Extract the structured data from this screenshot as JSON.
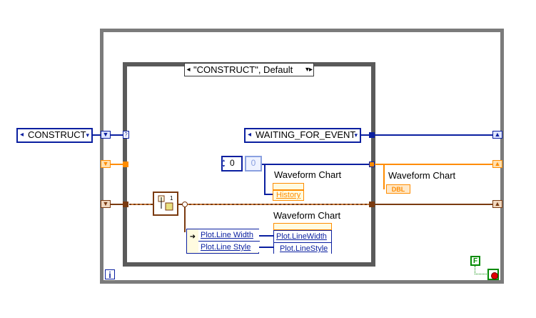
{
  "case_structure": {
    "selector_label": "\"CONSTRUCT\", Default",
    "left_arrow": "◂",
    "right_arrow": "▸"
  },
  "state_input_enum": {
    "value": "CONSTRUCT",
    "dropdown": "▾"
  },
  "next_state_enum": {
    "value": "WAITING_FOR_EVENT",
    "dropdown": "▾"
  },
  "numeric_constant": {
    "value": "0"
  },
  "numeric_indicator": {
    "value": "0"
  },
  "history_node": {
    "chart_label": "Waveform Chart",
    "property": "History"
  },
  "outer_chart": {
    "chart_label": "Waveform Chart",
    "type_badge": "DBL"
  },
  "property_node": {
    "chart_label": "Waveform Chart",
    "properties": [
      "Plot.LineWidth",
      "Plot.LineStyle"
    ]
  },
  "bundle_by_name": {
    "fields": [
      "Plot.Line Width",
      "Plot.Line Style"
    ]
  },
  "loop": {
    "iteration_label": "i",
    "false_constant": "F",
    "unknown_tunnel_marker": "?"
  },
  "colors": {
    "enum_wire": "#0a1fa0",
    "numeric_wire": "#ff8c00",
    "cluster_wire": "#7a3a10",
    "boolean": "#008a00"
  }
}
